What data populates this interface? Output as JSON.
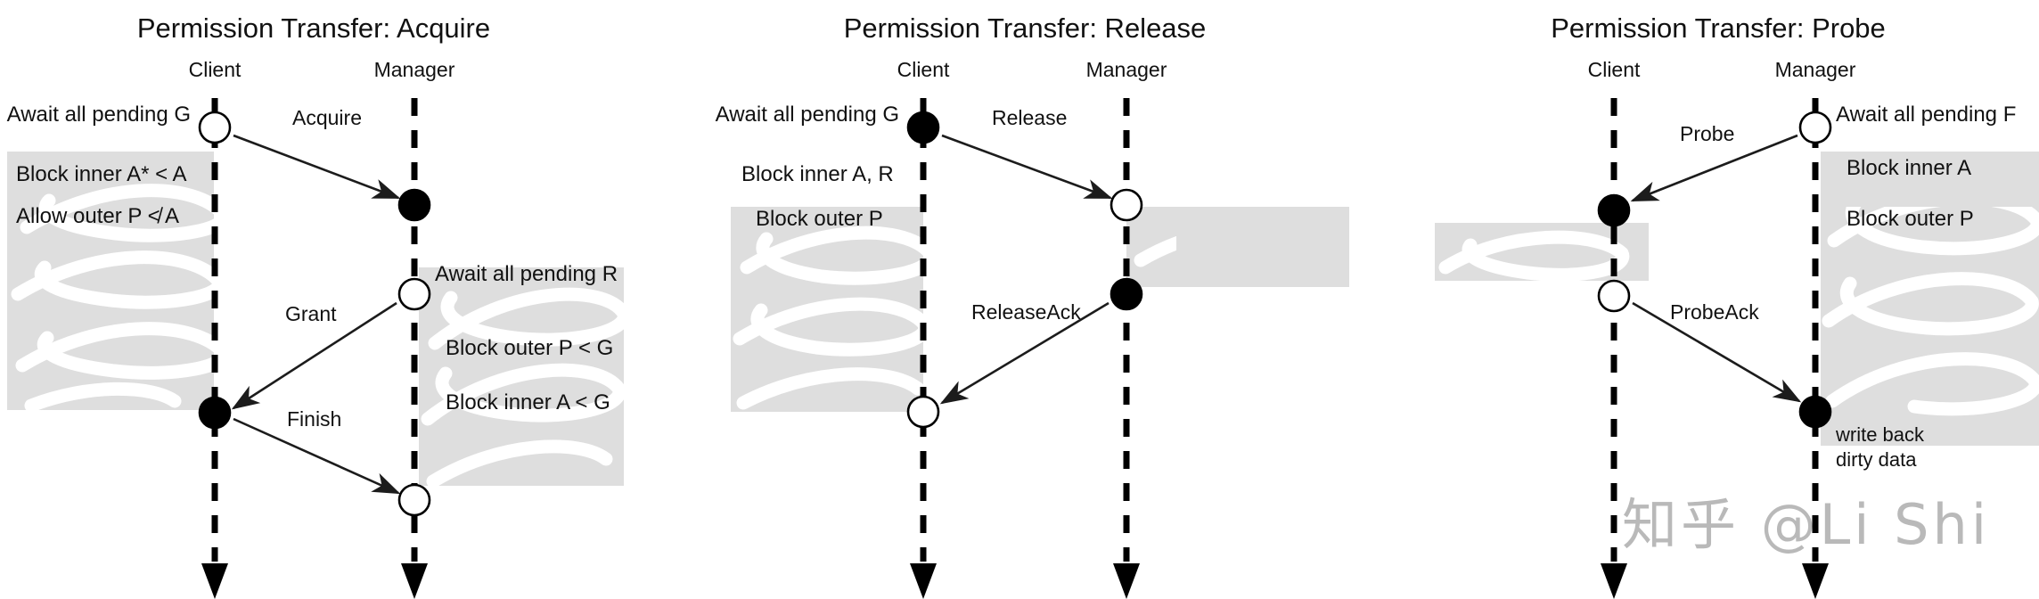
{
  "figure": {
    "kind": "uml-sequence-diagram-set",
    "background_color": "#ffffff",
    "shade_color": "#dedede",
    "line_color": "#000000",
    "watermark": "知乎 @Li Shi"
  },
  "panels": [
    {
      "id": "acquire",
      "title": "Permission Transfer: Acquire",
      "actors": [
        {
          "id": "client",
          "label": "Client"
        },
        {
          "id": "manager",
          "label": "Manager"
        }
      ],
      "messages": [
        {
          "label": "Acquire",
          "from": "client",
          "to": "manager"
        },
        {
          "label": "Grant",
          "from": "manager",
          "to": "client"
        },
        {
          "label": "Finish",
          "from": "client",
          "to": "manager"
        }
      ],
      "notes": [
        {
          "text": "Await all pending G",
          "side": "left",
          "actor": "client"
        },
        {
          "text": "Block inner A* < A",
          "side": "left",
          "actor": "client"
        },
        {
          "text": "Allow outer P ≮ A",
          "side": "left",
          "actor": "client"
        },
        {
          "text": "Await all pending R",
          "side": "right",
          "actor": "manager"
        },
        {
          "text": "Block outer P < G",
          "side": "right",
          "actor": "manager"
        },
        {
          "text": "Block inner A < G",
          "side": "right",
          "actor": "manager"
        }
      ],
      "events": [
        {
          "actor": "client",
          "style": "open"
        },
        {
          "actor": "manager",
          "style": "filled"
        },
        {
          "actor": "manager",
          "style": "open"
        },
        {
          "actor": "client",
          "style": "filled"
        },
        {
          "actor": "manager",
          "style": "open"
        }
      ]
    },
    {
      "id": "release",
      "title": "Permission Transfer: Release",
      "actors": [
        {
          "id": "client",
          "label": "Client"
        },
        {
          "id": "manager",
          "label": "Manager"
        }
      ],
      "messages": [
        {
          "label": "Release",
          "from": "client",
          "to": "manager"
        },
        {
          "label": "ReleaseAck",
          "from": "manager",
          "to": "client"
        }
      ],
      "notes": [
        {
          "text": "Await all pending G",
          "side": "left",
          "actor": "client"
        },
        {
          "text": "Block inner A, R",
          "side": "left",
          "actor": "client"
        },
        {
          "text": "Block outer P",
          "side": "left",
          "actor": "client"
        }
      ],
      "events": [
        {
          "actor": "client",
          "style": "filled"
        },
        {
          "actor": "manager",
          "style": "open"
        },
        {
          "actor": "manager",
          "style": "filled"
        },
        {
          "actor": "client",
          "style": "open"
        }
      ]
    },
    {
      "id": "probe",
      "title": "Permission Transfer: Probe",
      "actors": [
        {
          "id": "client",
          "label": "Client"
        },
        {
          "id": "manager",
          "label": "Manager"
        }
      ],
      "messages": [
        {
          "label": "Probe",
          "from": "manager",
          "to": "client"
        },
        {
          "label": "ProbeAck",
          "from": "client",
          "to": "manager"
        }
      ],
      "notes": [
        {
          "text": "Await all pending F",
          "side": "right",
          "actor": "manager"
        },
        {
          "text": "Block inner A",
          "side": "right",
          "actor": "manager"
        },
        {
          "text": "Block outer P",
          "side": "right",
          "actor": "manager"
        },
        {
          "text": "write back",
          "side": "right",
          "actor": "manager"
        },
        {
          "text": "dirty data",
          "side": "right",
          "actor": "manager"
        }
      ],
      "events": [
        {
          "actor": "manager",
          "style": "open"
        },
        {
          "actor": "client",
          "style": "filled"
        },
        {
          "actor": "client",
          "style": "open"
        },
        {
          "actor": "manager",
          "style": "filled"
        }
      ]
    }
  ]
}
